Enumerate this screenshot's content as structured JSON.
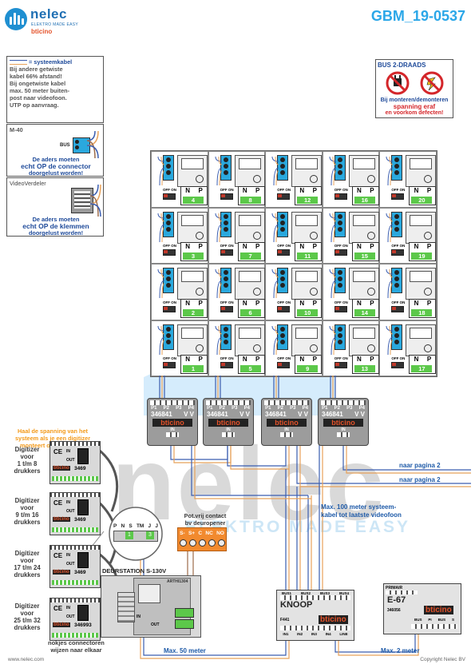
{
  "header": {
    "brand": "nelec",
    "brand_sub": "ELEKTRO MADE EASY",
    "brand_partner": "bticino",
    "document_id": "GBM_19-0537"
  },
  "systeemkabel_panel": {
    "title": "= systeemkabel",
    "lines": [
      "Bij andere getwiste",
      "kabel 66% afstand!",
      "Bij ongetwiste kabel",
      "max. 50 meter buiten-",
      "post naar videofoon.",
      "UTP op aanvraag."
    ]
  },
  "m40_panel": {
    "title": "M-40",
    "bus_label": "BUS",
    "note_line1": "De aders moeten",
    "note_line2": "echt OP de connector",
    "note_line3": "doorgelust worden!"
  },
  "videoverdeler_panel": {
    "title": "VideoVerdeler",
    "note_line1": "De aders moeten",
    "note_line2": "echt OP de klemmen",
    "note_line3": "doorgelust worden!"
  },
  "bus_panel": {
    "title": "BUS 2-DRAADS",
    "warning_line1": "Bij monteren/demonteren",
    "warning_line2": "spanning eraf",
    "warning_line3": "en voorkom defecten!"
  },
  "videophone_grid": {
    "switch_label": "OFF ON",
    "n_label": "N",
    "p_label": "P",
    "rows": [
      [
        "4",
        "8",
        "12",
        "16",
        "20"
      ],
      [
        "3",
        "7",
        "11",
        "15",
        "19"
      ],
      [
        "2",
        "6",
        "10",
        "14",
        "18"
      ],
      [
        "1",
        "5",
        "9",
        "13",
        "17"
      ]
    ]
  },
  "distributors": {
    "model": "346841",
    "brand": "bticino",
    "ports": [
      "P1",
      "P2",
      "P3",
      "P4"
    ],
    "vv_label": "V V",
    "in_label": "IN",
    "count": 4
  },
  "digitizer_note": {
    "line1": "Haal de spanning van het",
    "line2": "systeem als je een digitizer",
    "line3": "monteert of demonteert"
  },
  "digitizers": [
    {
      "l1": "Digitizer",
      "l2": "voor",
      "l3": "1 t/m 8",
      "l4": "drukkers"
    },
    {
      "l1": "Digitizer",
      "l2": "voor",
      "l3": "9 t/m 16",
      "l4": "drukkers"
    },
    {
      "l1": "Digitizer",
      "l2": "voor",
      "l3": "17 t/m 24",
      "l4": "drukkers"
    },
    {
      "l1": "Digitizer",
      "l2": "voor",
      "l3": "25 t/m 32",
      "l4": "drukkers"
    }
  ],
  "digitizer_module": {
    "ce": "CE",
    "in": "IN",
    "out": "OUT",
    "brand": "bticino",
    "model_partial": "3469",
    "model_full": "346993"
  },
  "connector_detail": {
    "labels": [
      "P",
      "N",
      "S",
      "TM",
      "J",
      "J"
    ],
    "value_left": "1",
    "value_right": "3"
  },
  "potvrij": {
    "line1": "Pot.vrij contact",
    "line2": "bv deuropener",
    "terminals": [
      "S-",
      "S+",
      "C",
      "NC",
      "NO"
    ]
  },
  "deurstation": {
    "label": "DEURSTATION S-130V",
    "model": "ARTHI1304",
    "in": "IN",
    "out": "OUT"
  },
  "knoop": {
    "title": "KNOOP",
    "model": "F441",
    "brand": "bticino",
    "top_terminals": [
      "BUS1",
      "BUS2",
      "BUS3",
      "BUS4"
    ],
    "bottom_terminals": [
      "IN1",
      "IN2",
      "IN3",
      "IN4",
      "LINE"
    ]
  },
  "e67": {
    "title": "E-67",
    "primair": "PRIMAIR",
    "model": "346056",
    "brand": "bticino",
    "terminals": [
      "BUS",
      "PI",
      "BUS",
      "S"
    ]
  },
  "annotations": {
    "naar_pagina_1": "naar pagina 2",
    "naar_pagina_2": "naar pagina 2",
    "max100_line1": "Max. 100 meter systeem-",
    "max100_line2": "kabel tot laatste videofoon",
    "nokjes_line1": "nokjes connectoren",
    "nokjes_line2": "wijzen naar elkaar",
    "max50": "Max. 50 meter",
    "max2": "Max. 2 meter"
  },
  "footer": {
    "url": "www.nelec.com",
    "copyright": "Copyright Nelec BV"
  },
  "colors": {
    "accent_blue": "#2ba7e8",
    "dark_blue": "#1e4a9a",
    "warning_red": "#d4262a",
    "note_orange": "#f39a1b",
    "cable_blue": "#3a5db0",
    "cable_orange": "#e8a25a",
    "cable_brown": "#9c6b4a"
  }
}
